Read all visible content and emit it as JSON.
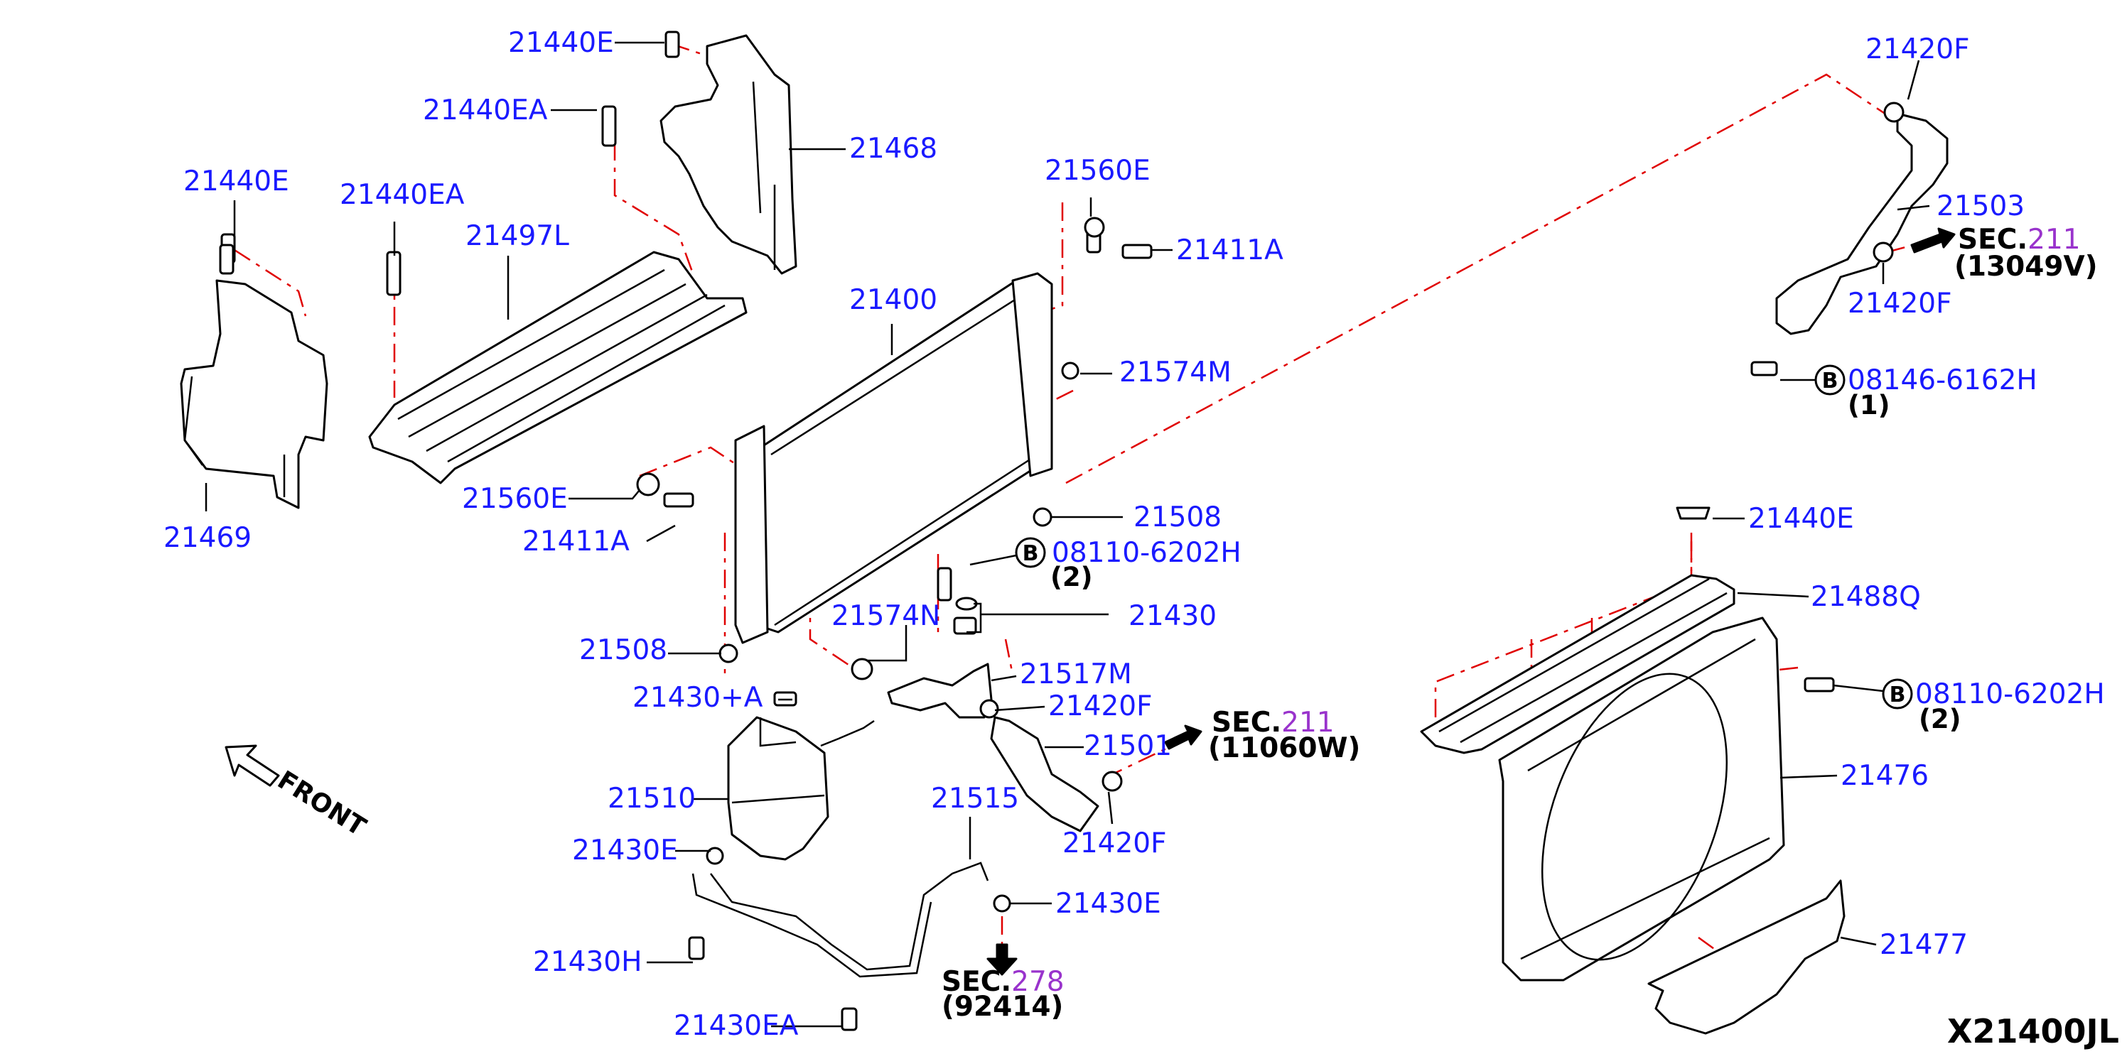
{
  "diagram_code": "X21400JL",
  "front_label": "FRONT",
  "sec_prefix": "SEC.",
  "labels": {
    "p21440E_top": "21440E",
    "p21440EA_top": "21440EA",
    "p21468": "21468",
    "p21440E_left": "21440E",
    "p21440EA_left": "21440EA",
    "p21497L": "21497L",
    "p21469": "21469",
    "p21560E_top": "21560E",
    "p21411A_top": "21411A",
    "p21400": "21400",
    "p21574M": "21574M",
    "p21560E_mid": "21560E",
    "p21411A_mid": "21411A",
    "p21508_right": "21508",
    "p08110_6202H_mid": "08110-6202H",
    "p21508_left": "21508",
    "p21574N": "21574N",
    "p21430": "21430",
    "p21517M": "21517M",
    "p21430A": "21430+A",
    "p21420F_mid": "21420F",
    "p21501": "21501",
    "p21510": "21510",
    "p21515": "21515",
    "p21430E_left": "21430E",
    "p21420F_low": "21420F",
    "p21430E_right": "21430E",
    "p21430H": "21430H",
    "p21430EA": "21430EA",
    "p21420F_top": "21420F",
    "p21503": "21503",
    "p21420F_right": "21420F",
    "p08146_6162H": "08146-6162H",
    "p21440E_right": "21440E",
    "p21488Q": "21488Q",
    "p08110_6202H_right": "08110-6202H",
    "p21476": "21476",
    "p21477": "21477"
  },
  "bolt_marker": "B",
  "quantities": {
    "q_08110_mid": "(2)",
    "q_08146": "(1)",
    "q_08110_right": "(2)"
  },
  "sec_refs": {
    "sec211_top": {
      "number": "211",
      "sub": "(13049V)"
    },
    "sec211_mid": {
      "number": "211",
      "sub": "(11060W)"
    },
    "sec278": {
      "number": "278",
      "sub": "(92414)"
    }
  },
  "colors": {
    "label": "#1a1aff",
    "sec_number": "#9933cc",
    "dash_line": "#e00000",
    "outline": "#000000"
  }
}
